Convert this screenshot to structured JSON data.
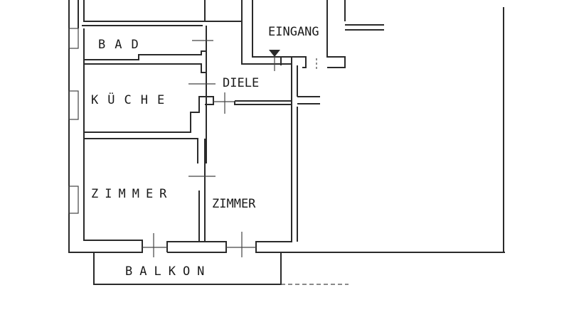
{
  "plan": {
    "rooms": {
      "bad": "BAD",
      "kueche": "KÜCHE",
      "diele": "DIELE",
      "eingang": "EINGANG",
      "zimmer_left": "ZIMMER",
      "zimmer_right": "ZIMMER",
      "balkon": "BALKON"
    },
    "line_color": "#2a2a2a"
  }
}
